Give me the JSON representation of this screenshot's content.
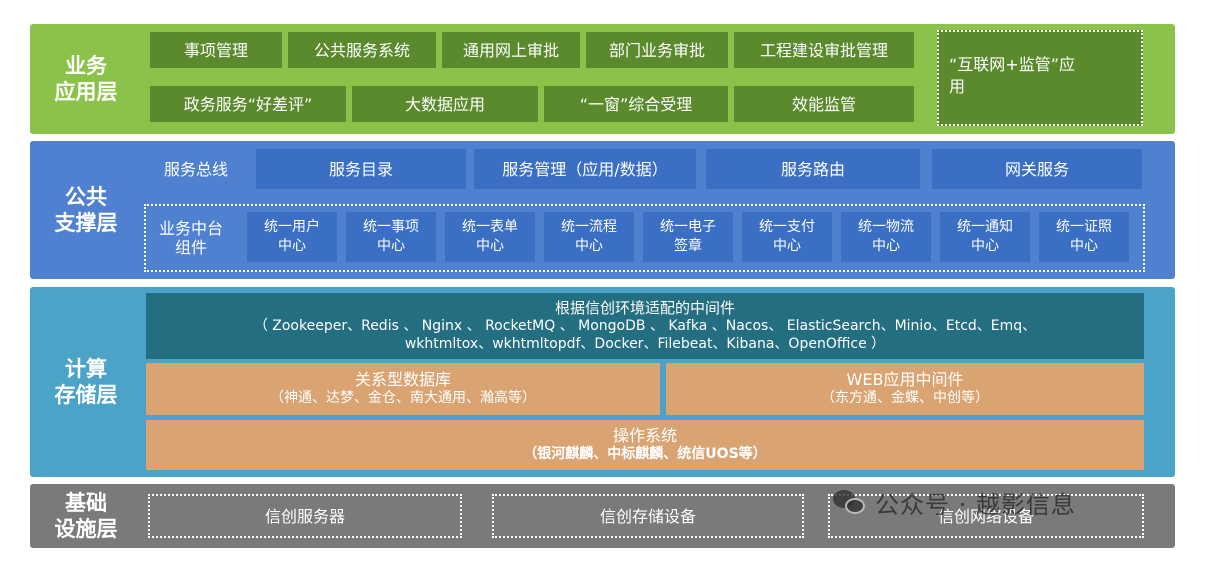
{
  "layers": {
    "business": {
      "label": "业务\n应用层",
      "row1": [
        "事项管理",
        "公共服务系统",
        "通用网上审批",
        "部门业务审批",
        "工程建设审批管理"
      ],
      "row2": [
        "政务服务“好差评”",
        "大数据应用",
        "“一窗”综合受理",
        "效能监管"
      ],
      "special": "“互联网+监管”应\n用"
    },
    "support": {
      "label": "公共\n支撑层",
      "bus": "服务总线",
      "services": [
        "服务目录",
        "服务管理（应用/数据）",
        "服务路由",
        "网关服务"
      ],
      "components_label": "业务中台\n组件",
      "components": [
        "统一用户\n中心",
        "统一事项\n中心",
        "统一表单\n中心",
        "统一流程\n中心",
        "统一电子\n签章",
        "统一支付\n中心",
        "统一物流\n中心",
        "统一通知\n中心",
        "统一证照\n中心"
      ]
    },
    "compute": {
      "label": "计算\n存储层",
      "middleware_title": "根据信创环境适配的中间件",
      "middleware_line1": "（ Zookeeper、Redis 、 Nginx 、 RocketMQ 、 MongoDB 、 Kafka 、Nacos、 ElasticSearch、Minio、Etcd、Emq、",
      "middleware_line2": "wkhtmltox、wkhtmltopdf、Docker、Filebeat、Kibana、OpenOffice ）",
      "db_title": "关系型数据库",
      "db_sub": "（神通、达梦、金仓、南大通用、瀚高等）",
      "web_title": "WEB应用中间件",
      "web_sub": "（东方通、金蝶、中创等）",
      "os_title": "操作系统",
      "os_sub": "（银河麒麟、中标麒麟、统信UOS等）"
    },
    "infra": {
      "label": "基础\n设施层",
      "items": [
        "信创服务器",
        "信创存储设备",
        "信创网络设备"
      ]
    }
  },
  "watermark": "公众号 · 越影信息",
  "watermark_icon": "wechat-icon",
  "colors": {
    "business_bg": "#8bc34a",
    "business_box": "#5a8a2c",
    "support_bg": "#4f81d0",
    "support_box": "#3a6fc3",
    "compute_bg": "#4ba3c8",
    "compute_teal": "#246e82",
    "compute_tan": "#d9a472",
    "infra_bg": "#7a7a7a"
  }
}
